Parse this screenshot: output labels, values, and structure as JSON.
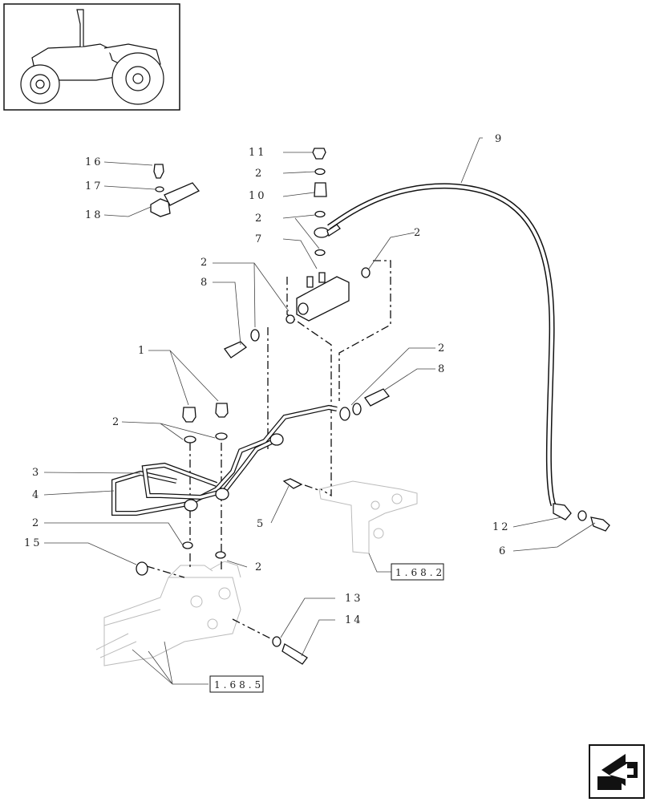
{
  "callouts": {
    "c1": "1",
    "c2": "2",
    "c3": "3",
    "c4": "4",
    "c5": "5",
    "c6": "6",
    "c7": "7",
    "c8": "8",
    "c9": "9",
    "c10": "10",
    "c11": "11",
    "c12": "12",
    "c13": "13",
    "c14": "14",
    "c15": "15",
    "c16": "16",
    "c17": "17",
    "c18": "18"
  },
  "references": {
    "ref_a": "1.68.2",
    "ref_b": "1.68.5"
  },
  "icons": {
    "thumbnail": "tractor-thumbnail-icon",
    "nav": "next-page-arrow-icon"
  }
}
